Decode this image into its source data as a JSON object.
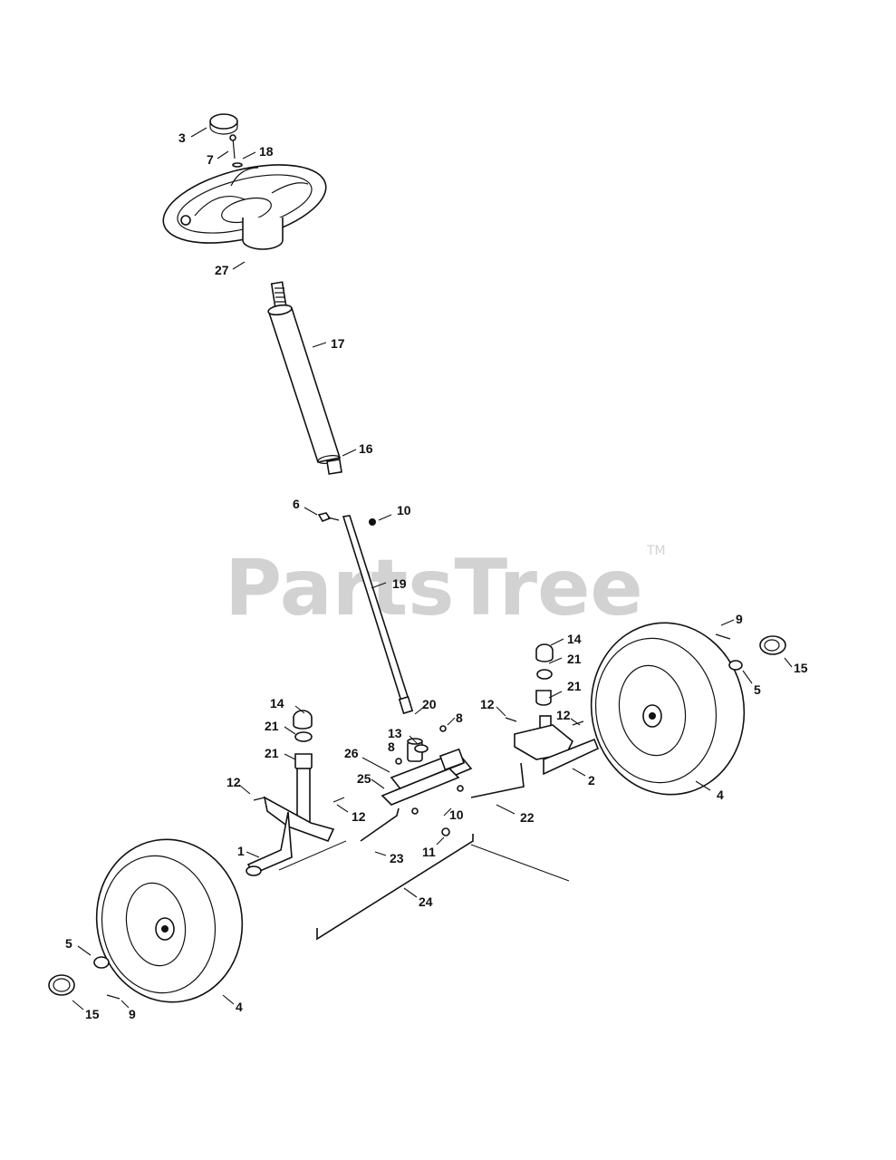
{
  "watermark": {
    "text": "PartsTree",
    "trademark": "TM"
  },
  "callouts": [
    {
      "id": "c3",
      "text": "3"
    },
    {
      "id": "c7",
      "text": "7"
    },
    {
      "id": "c18",
      "text": "18"
    },
    {
      "id": "c27",
      "text": "27"
    },
    {
      "id": "c17",
      "text": "17"
    },
    {
      "id": "c16",
      "text": "16"
    },
    {
      "id": "c6",
      "text": "6"
    },
    {
      "id": "c10a",
      "text": "10"
    },
    {
      "id": "c19",
      "text": "19"
    },
    {
      "id": "c9a",
      "text": "9"
    },
    {
      "id": "c15a",
      "text": "15"
    },
    {
      "id": "c5a",
      "text": "5"
    },
    {
      "id": "c14a",
      "text": "14"
    },
    {
      "id": "c21a",
      "text": "21"
    },
    {
      "id": "c21b",
      "text": "21"
    },
    {
      "id": "c12a",
      "text": "12"
    },
    {
      "id": "c12b",
      "text": "12"
    },
    {
      "id": "c20",
      "text": "20"
    },
    {
      "id": "c8a",
      "text": "8"
    },
    {
      "id": "c13",
      "text": "13"
    },
    {
      "id": "c2",
      "text": "2"
    },
    {
      "id": "c4a",
      "text": "4"
    },
    {
      "id": "c14b",
      "text": "14"
    },
    {
      "id": "c21c",
      "text": "21"
    },
    {
      "id": "c21d",
      "text": "21"
    },
    {
      "id": "c26",
      "text": "26"
    },
    {
      "id": "c8b",
      "text": "8"
    },
    {
      "id": "c25",
      "text": "25"
    },
    {
      "id": "c12c",
      "text": "12"
    },
    {
      "id": "c12d",
      "text": "12"
    },
    {
      "id": "c10b",
      "text": "10"
    },
    {
      "id": "c22",
      "text": "22"
    },
    {
      "id": "c1",
      "text": "1"
    },
    {
      "id": "c23",
      "text": "23"
    },
    {
      "id": "c11",
      "text": "11"
    },
    {
      "id": "c24",
      "text": "24"
    },
    {
      "id": "c5b",
      "text": "5"
    },
    {
      "id": "c15b",
      "text": "15"
    },
    {
      "id": "c9b",
      "text": "9"
    },
    {
      "id": "c4b",
      "text": "4"
    }
  ]
}
